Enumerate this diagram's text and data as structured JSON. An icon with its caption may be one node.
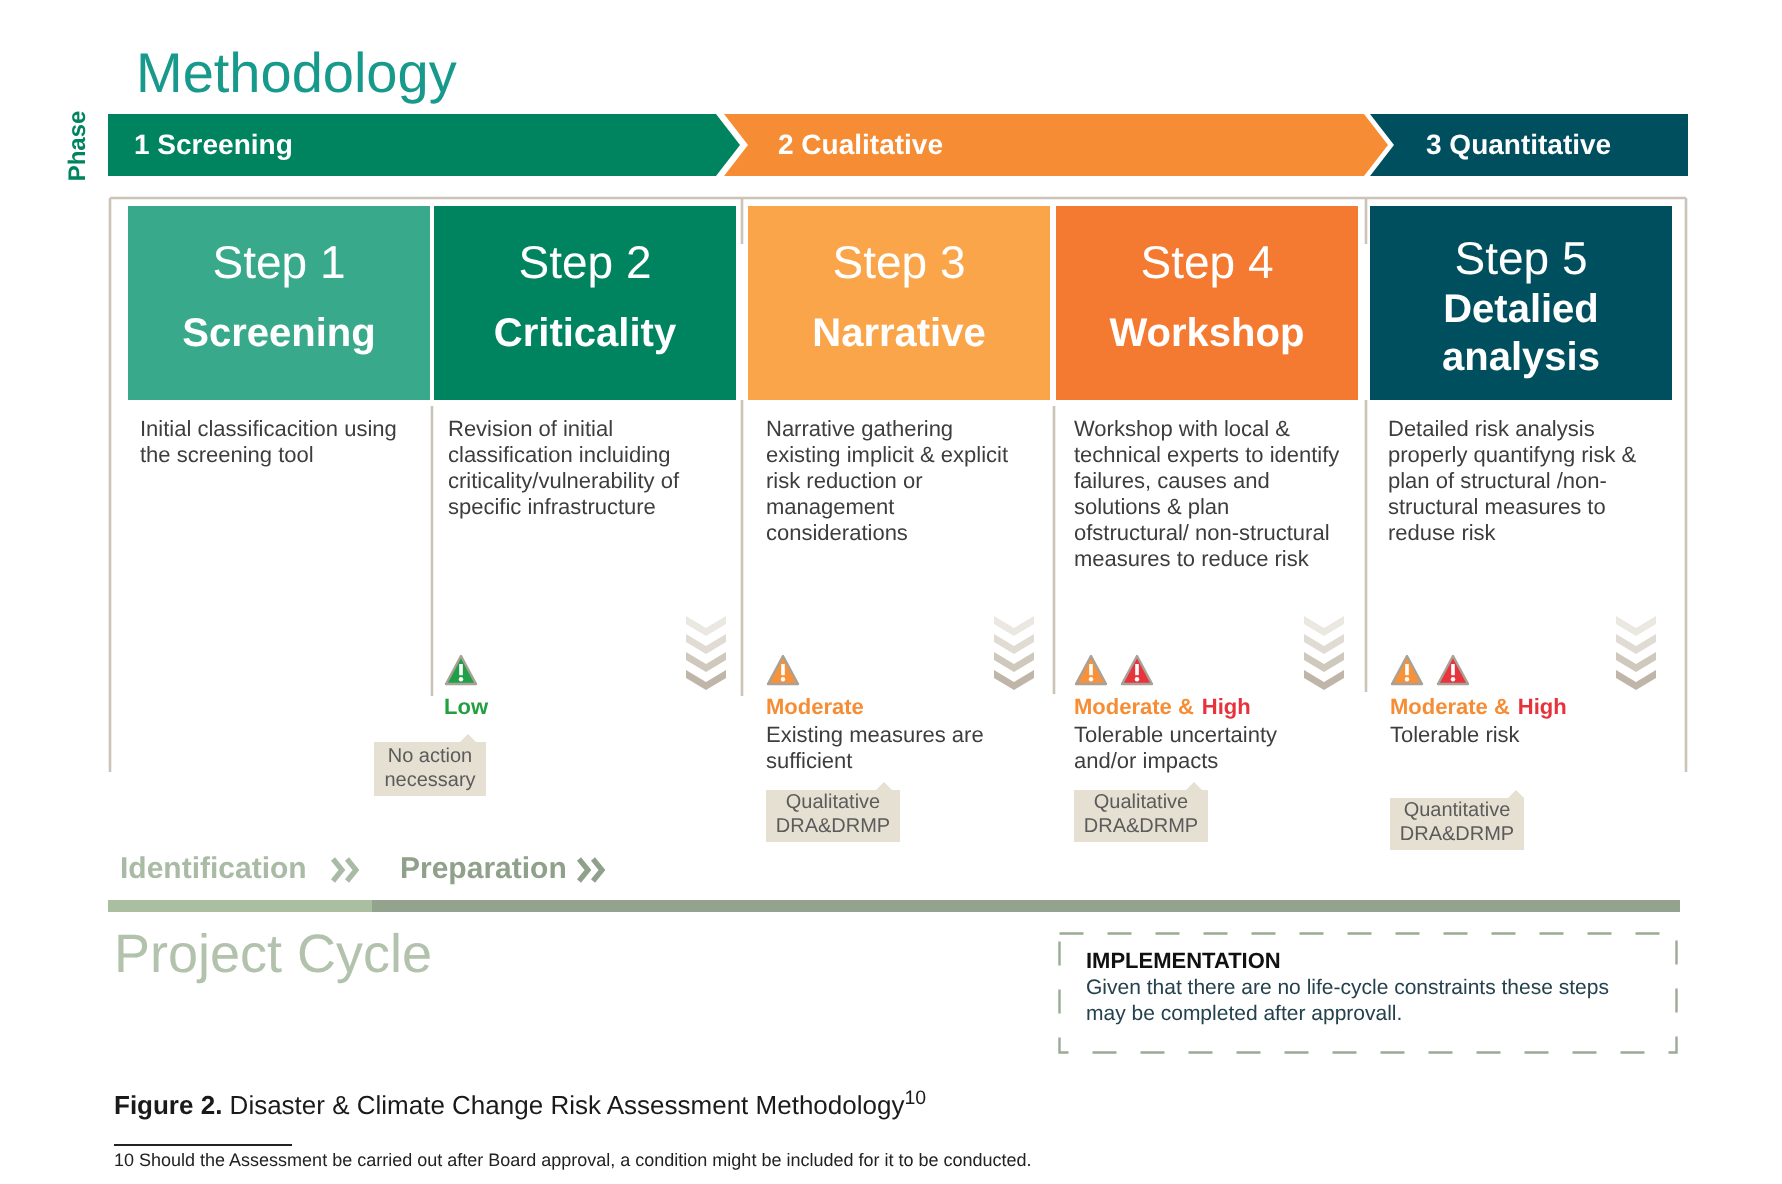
{
  "diagram": {
    "title": "Methodology",
    "caption": "**Figure 2.** Disaster & Climate Change Risk Assessment Methodology$^{10}$",
    "nodes": [
      {
        "text": [
          "1 Screening"
        ]
      },
      {
        "text": [
          "2 Cualitative"
        ]
      },
      {
        "text": [
          "3 Quantitative"
        ]
      },
      {
        "text": [
          "Step 1",
          "Screening"
        ],
        "beside": [
          "Initial classificacition using the screening tool"
        ]
      },
      {
        "text": [
          "Step 2",
          "Criticality"
        ],
        "beside": [
          "Revision of initial classification incluiding criticality/vulnerability of specific infrastructure"
        ]
      },
      {
        "text": [
          "Step 3",
          "Narrative"
        ],
        "beside": [
          "Narrative gathering existing implicit & explicit risk reduction or management considerations"
        ]
      },
      {
        "text": [
          "Step 4",
          "Workshop"
        ],
        "beside": [
          "Workshop with local & technical experts to identify failures, causes and solutions & plan ofstructural/ non-structural measures to reduce risk"
        ]
      },
      {
        "text": [
          "Step 5",
          "Detalied analysis"
        ],
        "beside": [
          "Detailed risk analysis properly quantifyng risk & plan of structural /non-structural measures to reduse risk"
        ]
      },
      {
        "text": [
          "No action necessary"
        ]
      },
      {
        "text": [
          "Qualitative DRA&DRMP"
        ]
      },
      {
        "text": [
          "Qualitative DRA&DRMP"
        ]
      },
      {
        "text": [
          "Quantitative DRA&DRMP"
        ]
      },
      {
        "text": [
          "IMPLEMENTATION",
          "Given that there are no life-cycle constraints these steps may be completed after approvall."
        ]
      }
    ],
    "labels": [
      "Phase",
      "Low",
      "Moderate",
      "Existing measures are sufficient",
      "Moderate &",
      "High",
      "Tolerable uncertainty and/or impacts",
      "Moderate &",
      "High",
      "Tolerable risk",
      "Identification",
      "Preparation",
      "Project Cycle",
      "10 Should the Assessment be carried out after Board approval, a condition might be included for it to be conducted."
    ]
  }
}
